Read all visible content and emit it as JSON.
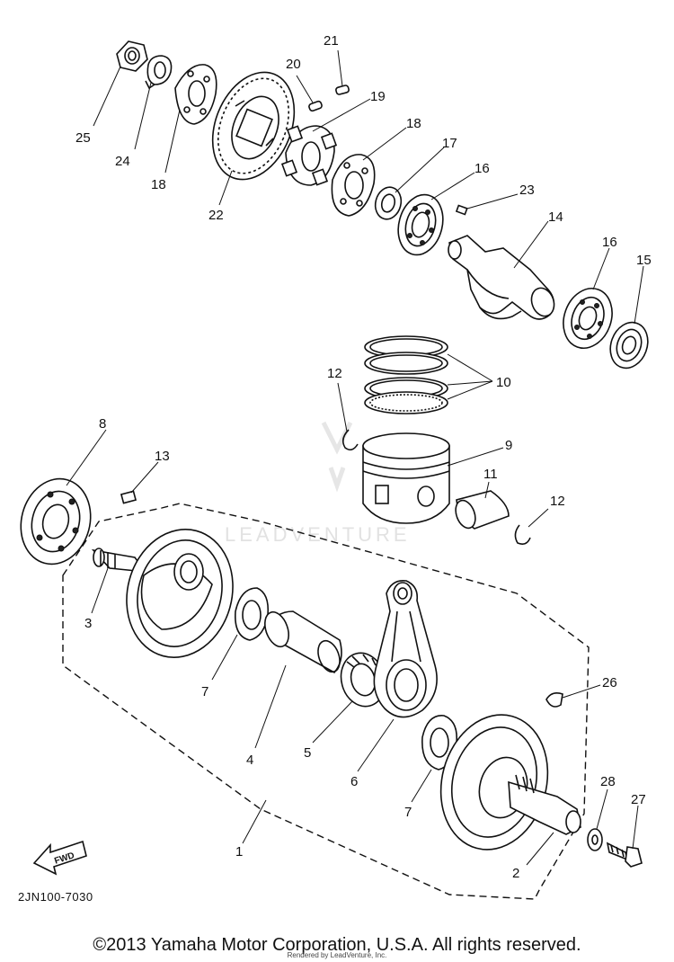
{
  "diagram": {
    "part_code": "2JN100-7030",
    "watermark": "LEADVENTURE",
    "fwd_label": "FWD",
    "callouts": [
      {
        "id": "c1",
        "text": "1"
      },
      {
        "id": "c2",
        "text": "2"
      },
      {
        "id": "c3",
        "text": "3"
      },
      {
        "id": "c4",
        "text": "4"
      },
      {
        "id": "c5",
        "text": "5"
      },
      {
        "id": "c6",
        "text": "6"
      },
      {
        "id": "c7a",
        "text": "7"
      },
      {
        "id": "c7b",
        "text": "7"
      },
      {
        "id": "c8",
        "text": "8"
      },
      {
        "id": "c9",
        "text": "9"
      },
      {
        "id": "c10",
        "text": "10"
      },
      {
        "id": "c11",
        "text": "11"
      },
      {
        "id": "c12a",
        "text": "12"
      },
      {
        "id": "c12b",
        "text": "12"
      },
      {
        "id": "c13",
        "text": "13"
      },
      {
        "id": "c14",
        "text": "14"
      },
      {
        "id": "c15",
        "text": "15"
      },
      {
        "id": "c16a",
        "text": "16"
      },
      {
        "id": "c16b",
        "text": "16"
      },
      {
        "id": "c17",
        "text": "17"
      },
      {
        "id": "c18a",
        "text": "18"
      },
      {
        "id": "c18b",
        "text": "18"
      },
      {
        "id": "c19",
        "text": "19"
      },
      {
        "id": "c20",
        "text": "20"
      },
      {
        "id": "c21",
        "text": "21"
      },
      {
        "id": "c22",
        "text": "22"
      },
      {
        "id": "c23",
        "text": "23"
      },
      {
        "id": "c24",
        "text": "24"
      },
      {
        "id": "c25",
        "text": "25"
      },
      {
        "id": "c26",
        "text": "26"
      },
      {
        "id": "c27",
        "text": "27"
      },
      {
        "id": "c28",
        "text": "28"
      }
    ]
  },
  "footer": {
    "copyright": "©2013 Yamaha Motor Corporation, U.S.A. All rights reserved.",
    "rendered_by": "Rendered by LeadVenture, Inc."
  }
}
